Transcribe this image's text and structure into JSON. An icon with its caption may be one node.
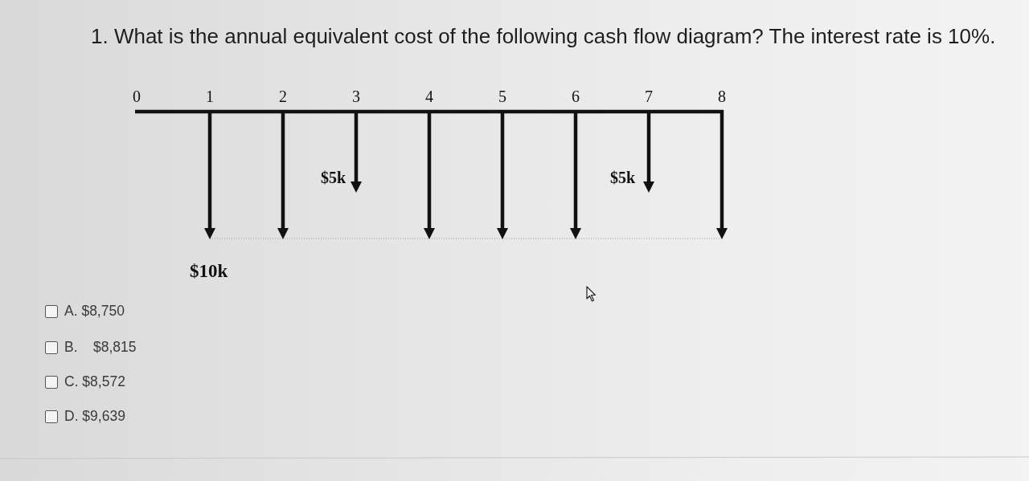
{
  "diagram": {
    "title": "1. What is the annual equivalent cost of the following cash flow diagram? The interest rate is 10%.",
    "labels": [
      "0",
      "1",
      "2",
      "3",
      "4",
      "5",
      "6",
      "7",
      "8",
      "$5k",
      "$5k",
      "$10k",
      "A. $8,750",
      "B.    $8,815",
      "C. $8,572",
      "D. $9,639"
    ]
  }
}
